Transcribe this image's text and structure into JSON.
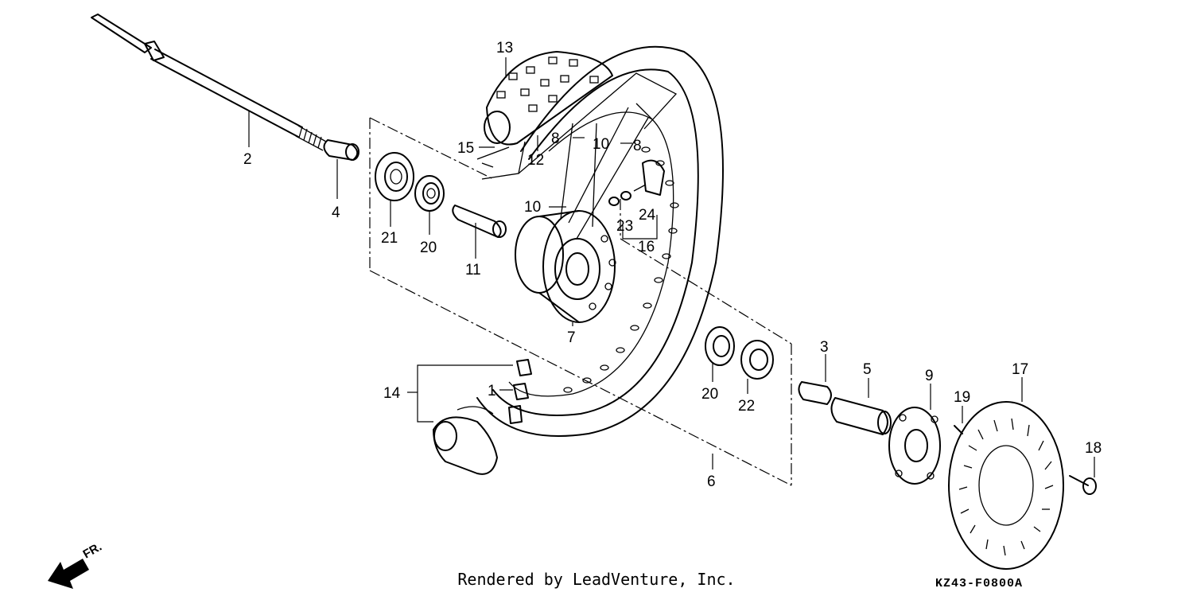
{
  "diagram": {
    "callouts": [
      {
        "id": "c13",
        "text": "13"
      },
      {
        "id": "c2",
        "text": "2"
      },
      {
        "id": "c15",
        "text": "15"
      },
      {
        "id": "c12",
        "text": "12"
      },
      {
        "id": "c8a",
        "text": "8"
      },
      {
        "id": "c10a",
        "text": "10"
      },
      {
        "id": "c8b",
        "text": "8"
      },
      {
        "id": "c4",
        "text": "4"
      },
      {
        "id": "c21",
        "text": "21"
      },
      {
        "id": "c20a",
        "text": "20"
      },
      {
        "id": "c11",
        "text": "11"
      },
      {
        "id": "c10b",
        "text": "10"
      },
      {
        "id": "c23",
        "text": "23"
      },
      {
        "id": "c24",
        "text": "24"
      },
      {
        "id": "c16",
        "text": "16"
      },
      {
        "id": "c7",
        "text": "7"
      },
      {
        "id": "c3",
        "text": "3"
      },
      {
        "id": "c5",
        "text": "5"
      },
      {
        "id": "c9",
        "text": "9"
      },
      {
        "id": "c17",
        "text": "17"
      },
      {
        "id": "c14",
        "text": "14"
      },
      {
        "id": "c1",
        "text": "1"
      },
      {
        "id": "c20b",
        "text": "20"
      },
      {
        "id": "c22",
        "text": "22"
      },
      {
        "id": "c19",
        "text": "19"
      },
      {
        "id": "c6",
        "text": "6"
      },
      {
        "id": "c18",
        "text": "18"
      }
    ],
    "direction_label": "FR.",
    "diagram_code": "KZ43-F0800A"
  },
  "footer": {
    "rendered_by": "Rendered by LeadVenture, Inc."
  }
}
